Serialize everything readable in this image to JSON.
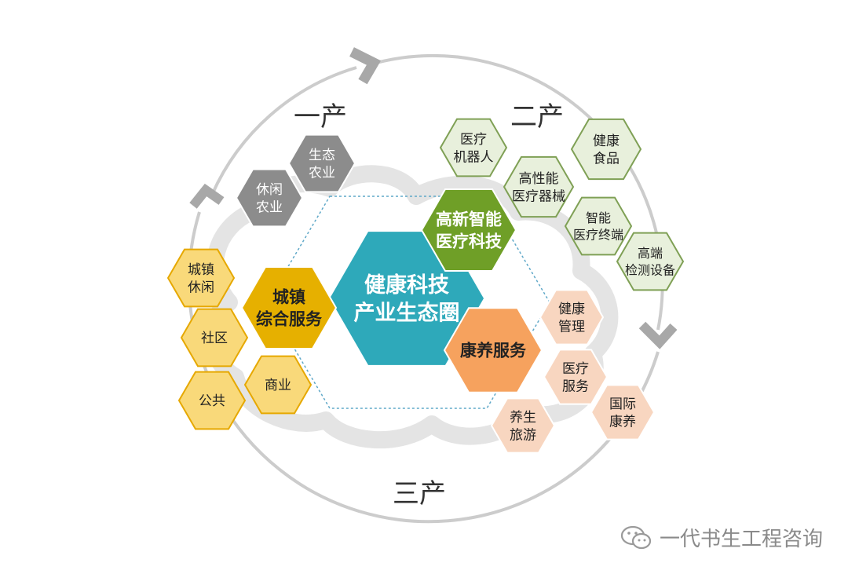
{
  "diagram": {
    "sectors": {
      "primary": "一产",
      "secondary": "二产",
      "tertiary": "三产"
    },
    "colors": {
      "center": "#2EA9BA",
      "green_dark": "#6F9F27",
      "green_light": "#E8F0DC",
      "gold": "#E6B000",
      "yellow_light": "#F9D97A",
      "orange": "#F6A25E",
      "peach": "#F8D6C0",
      "gray": "#8C8C8C",
      "cycle_ring": "#CCCCCC"
    },
    "hexagons": [
      {
        "id": "center",
        "lines": [
          "健康科技",
          "产业生态圈"
        ]
      },
      {
        "id": "hitech",
        "lines": [
          "高新智能",
          "医疗科技"
        ]
      },
      {
        "id": "town",
        "lines": [
          "城镇",
          "综合服务"
        ]
      },
      {
        "id": "wellness",
        "lines": [
          "康养服务"
        ]
      },
      {
        "id": "eco_agri",
        "lines": [
          "生态",
          "农业"
        ]
      },
      {
        "id": "leisure_agri",
        "lines": [
          "休闲",
          "农业"
        ]
      },
      {
        "id": "robot",
        "lines": [
          "医疗",
          "机器人"
        ]
      },
      {
        "id": "health_food",
        "lines": [
          "健康",
          "食品"
        ]
      },
      {
        "id": "devices",
        "lines": [
          "高性能",
          "医疗器械"
        ]
      },
      {
        "id": "terminal",
        "lines": [
          "智能",
          "医疗终端"
        ]
      },
      {
        "id": "testing",
        "lines": [
          "高端",
          "检测设备"
        ]
      },
      {
        "id": "town_leisure",
        "lines": [
          "城镇",
          "休闲"
        ]
      },
      {
        "id": "community",
        "lines": [
          "社区"
        ]
      },
      {
        "id": "public",
        "lines": [
          "公共"
        ]
      },
      {
        "id": "commerce",
        "lines": [
          "商业"
        ]
      },
      {
        "id": "health_mgmt",
        "lines": [
          "健康",
          "管理"
        ]
      },
      {
        "id": "med_service",
        "lines": [
          "医疗",
          "服务"
        ]
      },
      {
        "id": "intl_care",
        "lines": [
          "国际",
          "康养"
        ]
      },
      {
        "id": "wellness_travel",
        "lines": [
          "养生",
          "旅游"
        ]
      }
    ]
  },
  "watermark": {
    "text": "一代书生工程咨询"
  }
}
